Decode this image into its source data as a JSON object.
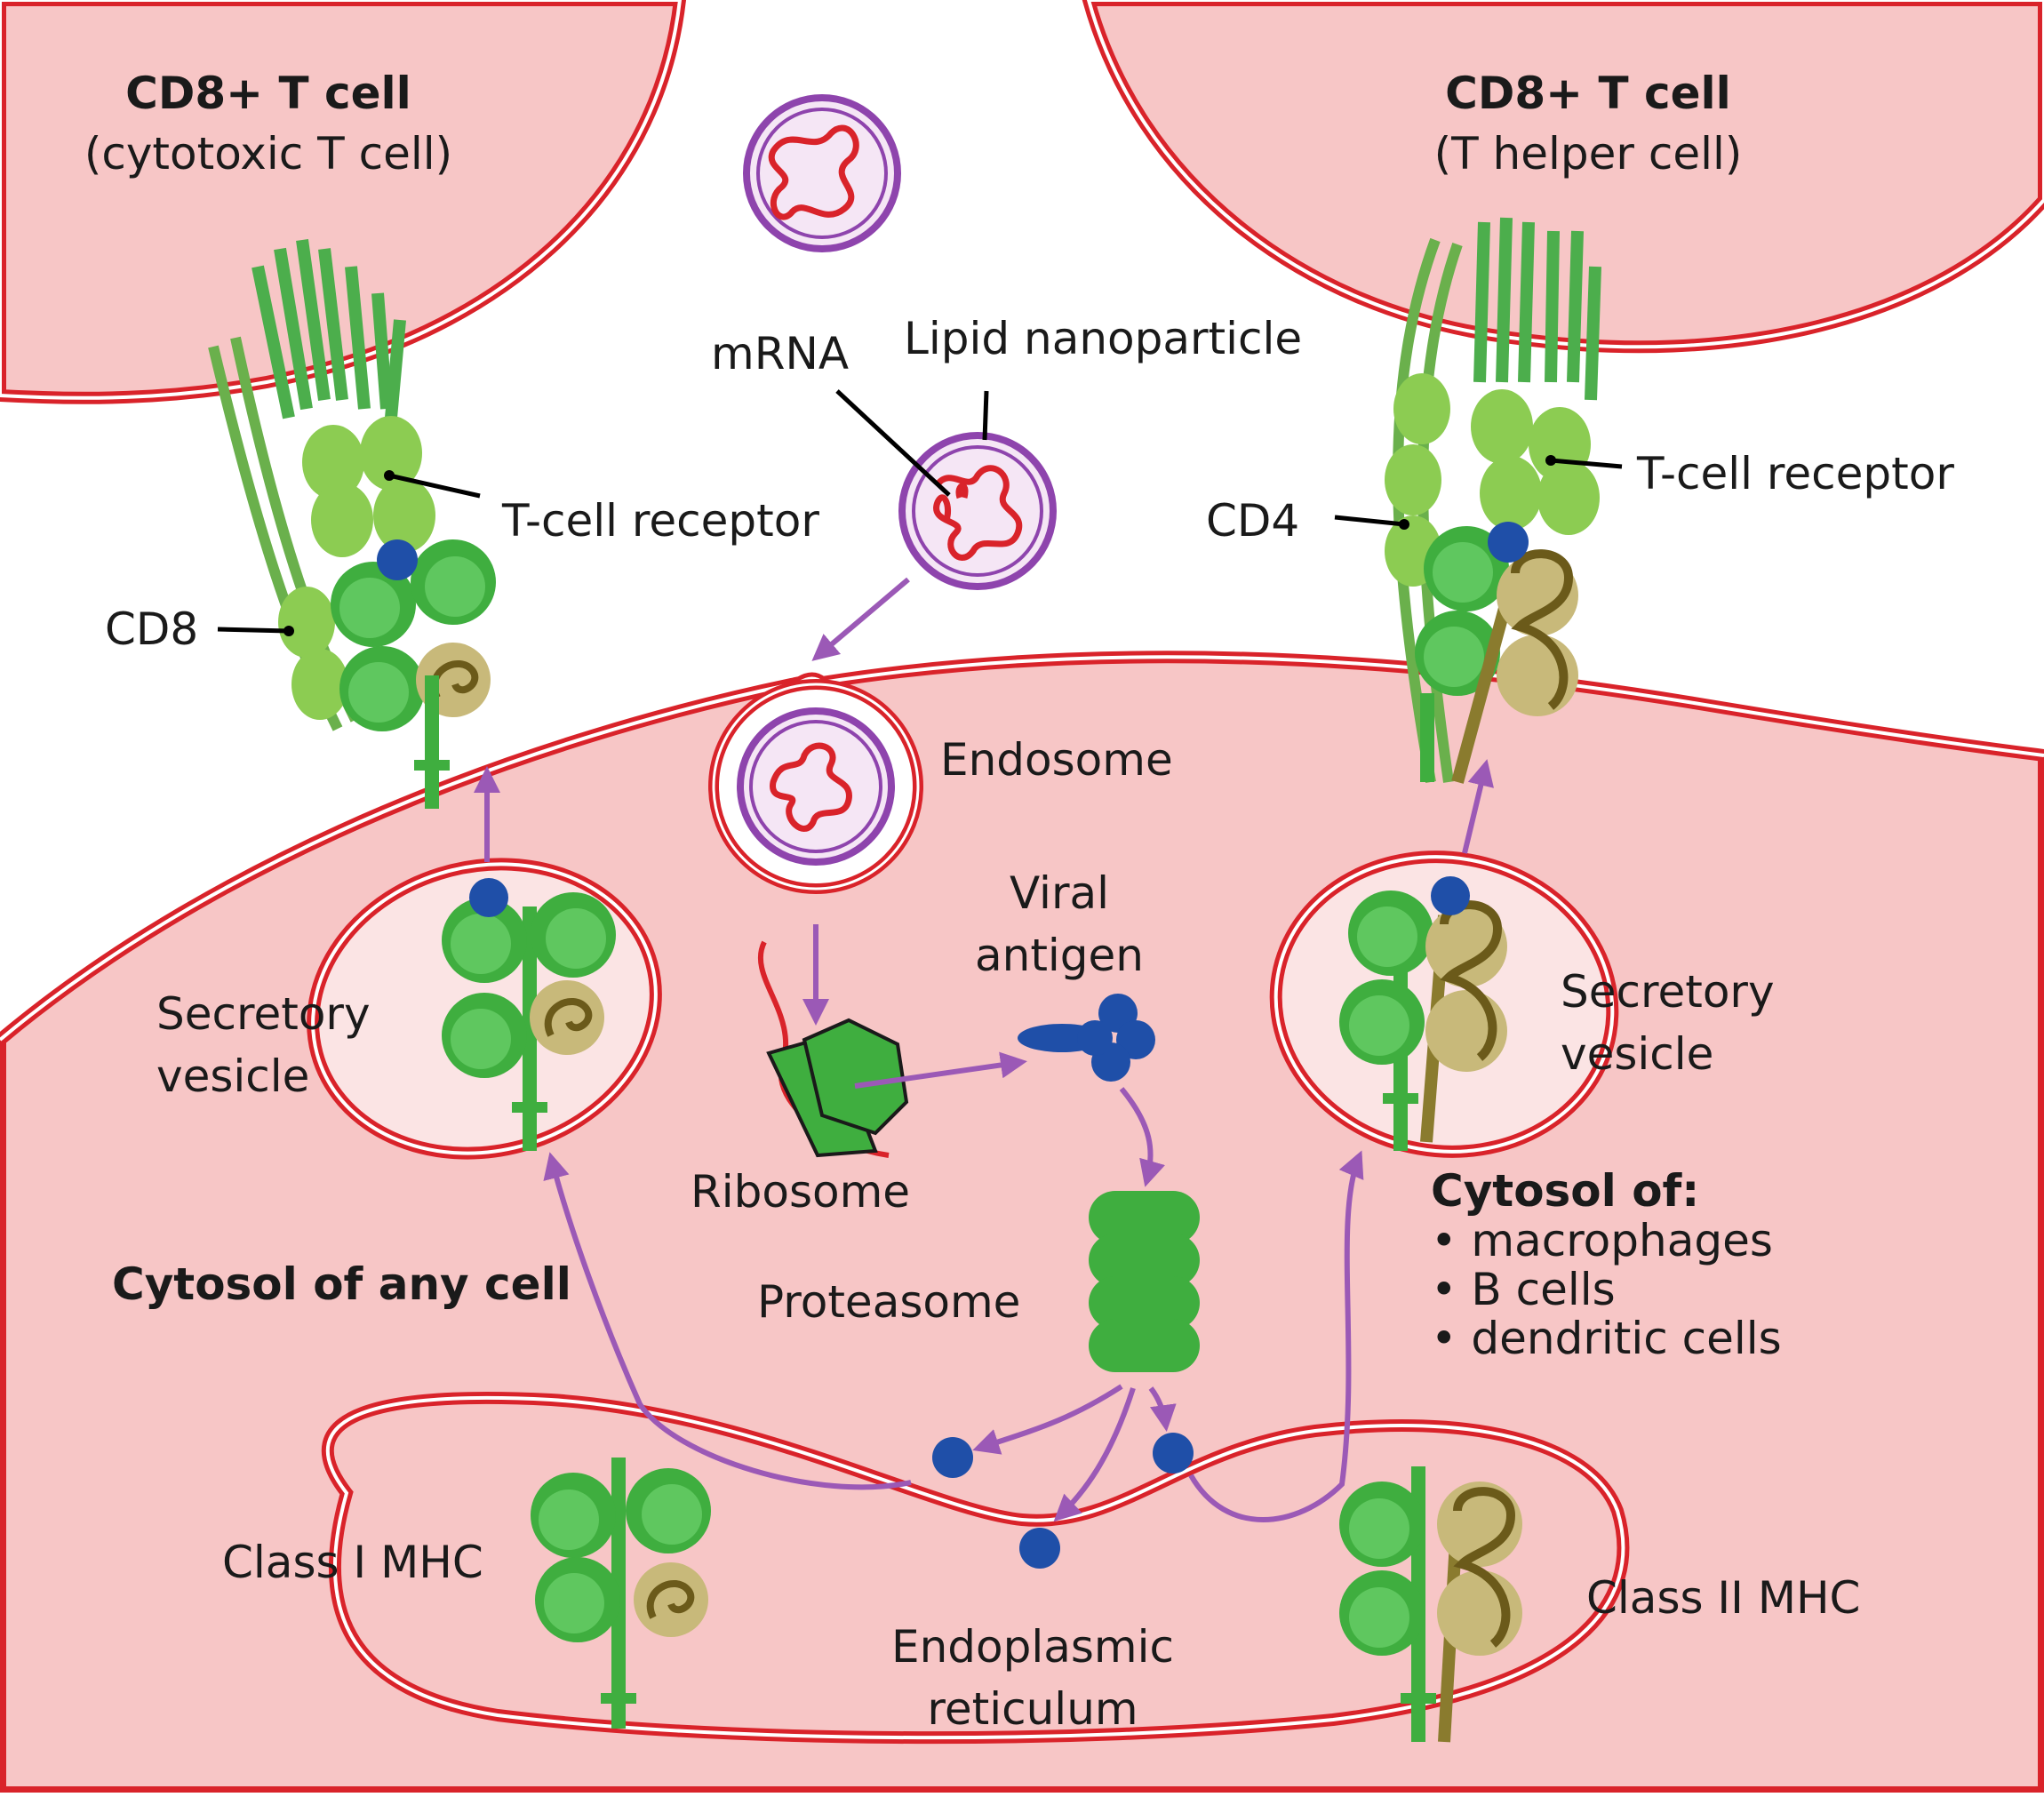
{
  "labels": {
    "left_cell_title": "CD8+ T cell",
    "left_cell_subtitle": "(cytotoxic T cell)",
    "right_cell_title": "CD8+ T cell",
    "right_cell_subtitle": "(T helper cell)",
    "mrna": "mRNA",
    "lipid_nanoparticle": "Lipid nanoparticle",
    "tcr_left": "T-cell receptor",
    "tcr_right": "T-cell receptor",
    "cd8": "CD8",
    "cd4": "CD4",
    "endosome": "Endosome",
    "viral_antigen_line1": "Viral",
    "viral_antigen_line2": "antigen",
    "secretory_left_line1": "Secretory",
    "secretory_left_line2": "vesicle",
    "secretory_right_line1": "Secretory",
    "secretory_right_line2": "vesicle",
    "ribosome": "Ribosome",
    "proteasome": "Proteasome",
    "cytosol_any": "Cytosol of any cell",
    "cytosol_of": "Cytosol of:",
    "cytosol_items": [
      "• macrophages",
      "• B cells",
      "• dendritic cells"
    ],
    "class1": "Class I MHC",
    "class2": "Class II MHC",
    "er_line1": "Endoplasmic",
    "er_line2": "reticulum"
  },
  "colors": {
    "cell_fill": "#f7c6c6",
    "membrane": "#d9232a",
    "arrow": "#9b59b6",
    "mhc_green": "#3fae3f",
    "receptor_light_green": "#8ccc52",
    "peptide_blue": "#1f4fa8",
    "class2_tan": "#c8b97a",
    "lipid_purple": "#8e44ad"
  }
}
